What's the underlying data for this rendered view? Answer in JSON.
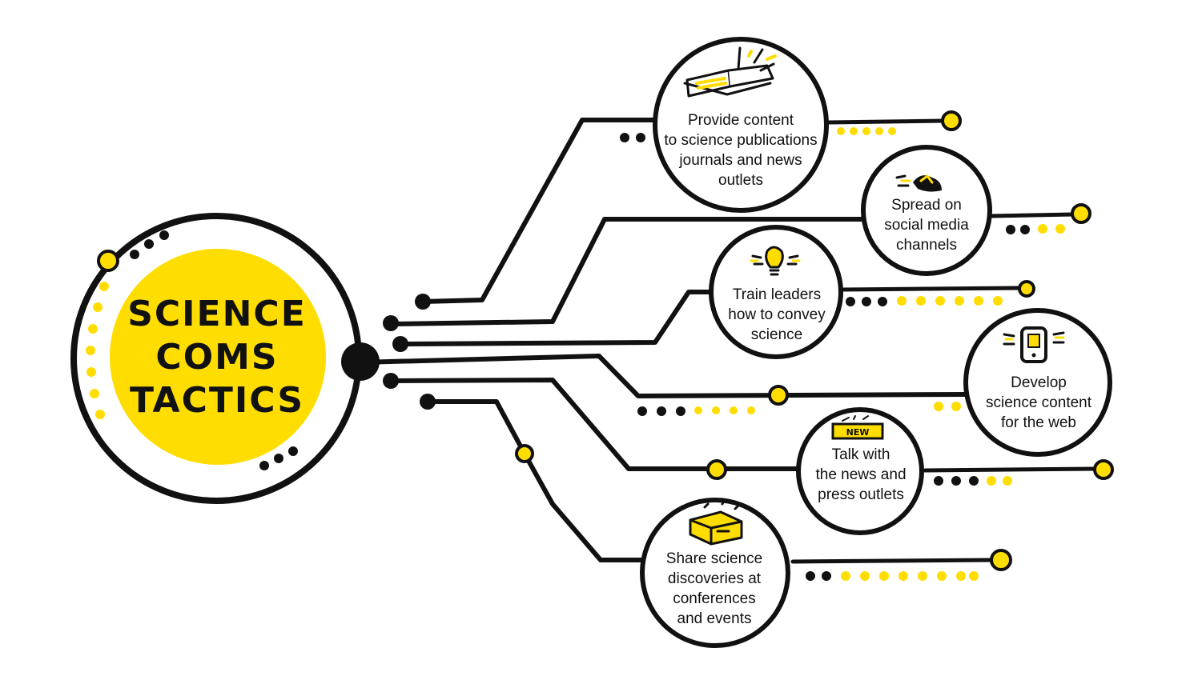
{
  "title": {
    "lines": [
      "SCIENCE",
      "COMS",
      "TACTICS"
    ]
  },
  "colors": {
    "accent": "#FFDD00",
    "ink": "#111111",
    "background": "#FFFFFF"
  },
  "tactics": [
    {
      "icon": "open-book-icon",
      "lines": [
        "Provide content",
        "to science publications",
        "journals and news",
        "outlets"
      ]
    },
    {
      "icon": "bird-icon",
      "lines": [
        "Spread on",
        "social media",
        "channels"
      ]
    },
    {
      "icon": "lightbulb-icon",
      "lines": [
        "Train leaders",
        "how to convey",
        "science"
      ]
    },
    {
      "icon": "phone-icon",
      "lines": [
        "Develop",
        "science content",
        "for the web"
      ]
    },
    {
      "icon": "news-sign-icon",
      "lines": [
        "Talk with",
        "the news and",
        "press outlets"
      ]
    },
    {
      "icon": "box-icon",
      "lines": [
        "Share science",
        "discoveries at",
        "conferences",
        "and events"
      ]
    }
  ]
}
